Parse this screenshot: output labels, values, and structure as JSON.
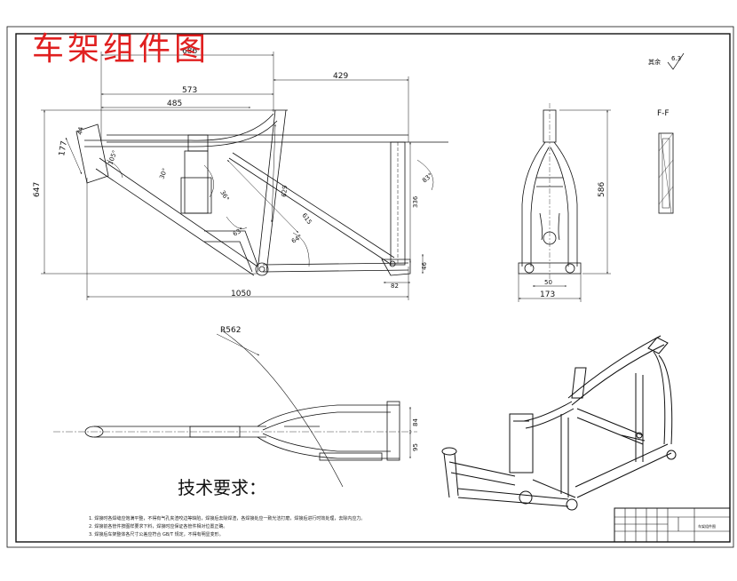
{
  "title": "车架组件图",
  "roughness": {
    "label": "其余",
    "value": "6.3"
  },
  "section_label": "F-F",
  "side_view_dims": {
    "d_686": "686",
    "d_429": "429",
    "d_573": "573",
    "d_485": "485",
    "d_177": "177",
    "d_44": "44",
    "d_647": "647",
    "d_1050": "1050",
    "d_629": "629",
    "d_615": "615",
    "d_336": "336",
    "d_82": "82",
    "d_46": "46",
    "a_105": "105°",
    "a_30": "30°",
    "a_36": "36°",
    "a_63": "63°",
    "a_64": "64°",
    "a_83": "83°"
  },
  "front_view_dims": {
    "d_586": "586",
    "d_50": "50",
    "d_173": "173"
  },
  "top_view_dims": {
    "r_562": "R562",
    "d_84": "84",
    "d_95": "95"
  },
  "tech": {
    "title": "技术要求：",
    "notes": [
      "1. 焊接时各焊缝应饱满平整，不得有气孔夹渣咬边等缺陷，焊接后去除焊渣，各焊接处应一致光洁打磨，焊接后进行时效处理，去除内应力。",
      "2. 焊接前各管件按图样要求下料，焊接时应保证各管件相对位置正确。",
      "3. 焊接后车架整体各尺寸公差应符合 GB/T 规定，不得有明显变形。"
    ]
  },
  "title_block": {
    "name": "车架组件图"
  }
}
